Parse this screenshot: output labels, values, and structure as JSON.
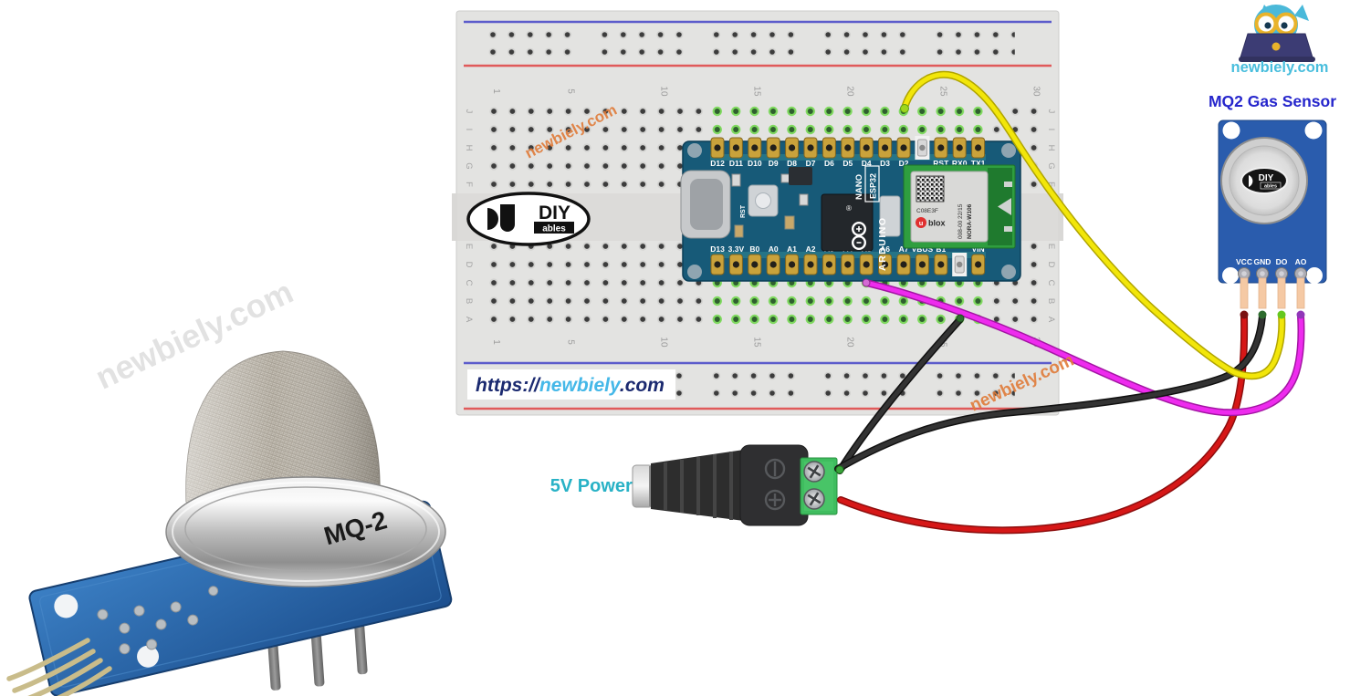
{
  "branding": {
    "logo_text": "newbiely.com",
    "watermark": "newbiely.com",
    "url_label": {
      "prefix": "https://",
      "site": "newbiely",
      "suffix": ".com"
    }
  },
  "labels": {
    "sensor_title": "MQ2 Gas Sensor",
    "power_adapter": "5V Power Adapter",
    "photo_sensor_name": "MQ-2"
  },
  "colors": {
    "sensor_title": "#2626cc",
    "adapter_label": "#29b2c6",
    "watermark_orange": "#e07b39",
    "watermark_gray": "#d6d6d6",
    "logo_cyan": "#49bedd",
    "url_navy": "#1b2a70",
    "url_cyan": "#45b8e8"
  },
  "breadboard": {
    "column_numbers": [
      "1",
      "5",
      "10",
      "15",
      "20",
      "25",
      "30"
    ],
    "row_letters_top": [
      "J",
      "I",
      "H",
      "G",
      "F"
    ],
    "row_letters_bottom": [
      "E",
      "D",
      "C",
      "B",
      "A"
    ]
  },
  "arduino": {
    "top_pins": [
      "D12",
      "D11",
      "D10",
      "D9",
      "D8",
      "D7",
      "D6",
      "D5",
      "D4",
      "D3",
      "D2",
      "",
      "RST",
      "RX0",
      "TX1"
    ],
    "bottom_pins": [
      "D13",
      "3.3V",
      "B0",
      "A0",
      "A1",
      "A2",
      "A3",
      "A4",
      "A5",
      "A6",
      "A7",
      "VBUS",
      "B1",
      "",
      "VIN"
    ],
    "branding": {
      "name_line1": "NANO",
      "name_line2": "ESP32",
      "maker": "ARDUINO",
      "reset": "RST",
      "reg": "®"
    },
    "module": {
      "vendor_u": "u",
      "vendor": "blox",
      "code": "C08E3F",
      "lot": "008-00 22/15",
      "model": "NORA-W106"
    }
  },
  "mq2_module": {
    "pins": [
      "VCC",
      "GND",
      "DO",
      "AO"
    ],
    "logo": {
      "line1": "DIY",
      "line2": "ables"
    }
  },
  "diyables_logo": {
    "line1": "DIY",
    "line2": "ables"
  },
  "wires": [
    {
      "id": "do-wire",
      "color": "#f2e60a",
      "from": "MQ2 DO",
      "to": "Arduino D2"
    },
    {
      "id": "ao-wire",
      "color": "#ee2bee",
      "from": "MQ2 AO",
      "to": "Arduino A5"
    },
    {
      "id": "gnd-wire-breadboard",
      "color": "#333333",
      "from": "Adapter -",
      "to": "Arduino GND"
    },
    {
      "id": "gnd-wire-sensor",
      "color": "#333333",
      "from": "Adapter -",
      "to": "MQ2 GND"
    },
    {
      "id": "vcc-wire",
      "color": "#d61717",
      "from": "Adapter +",
      "to": "MQ2 VCC"
    }
  ]
}
